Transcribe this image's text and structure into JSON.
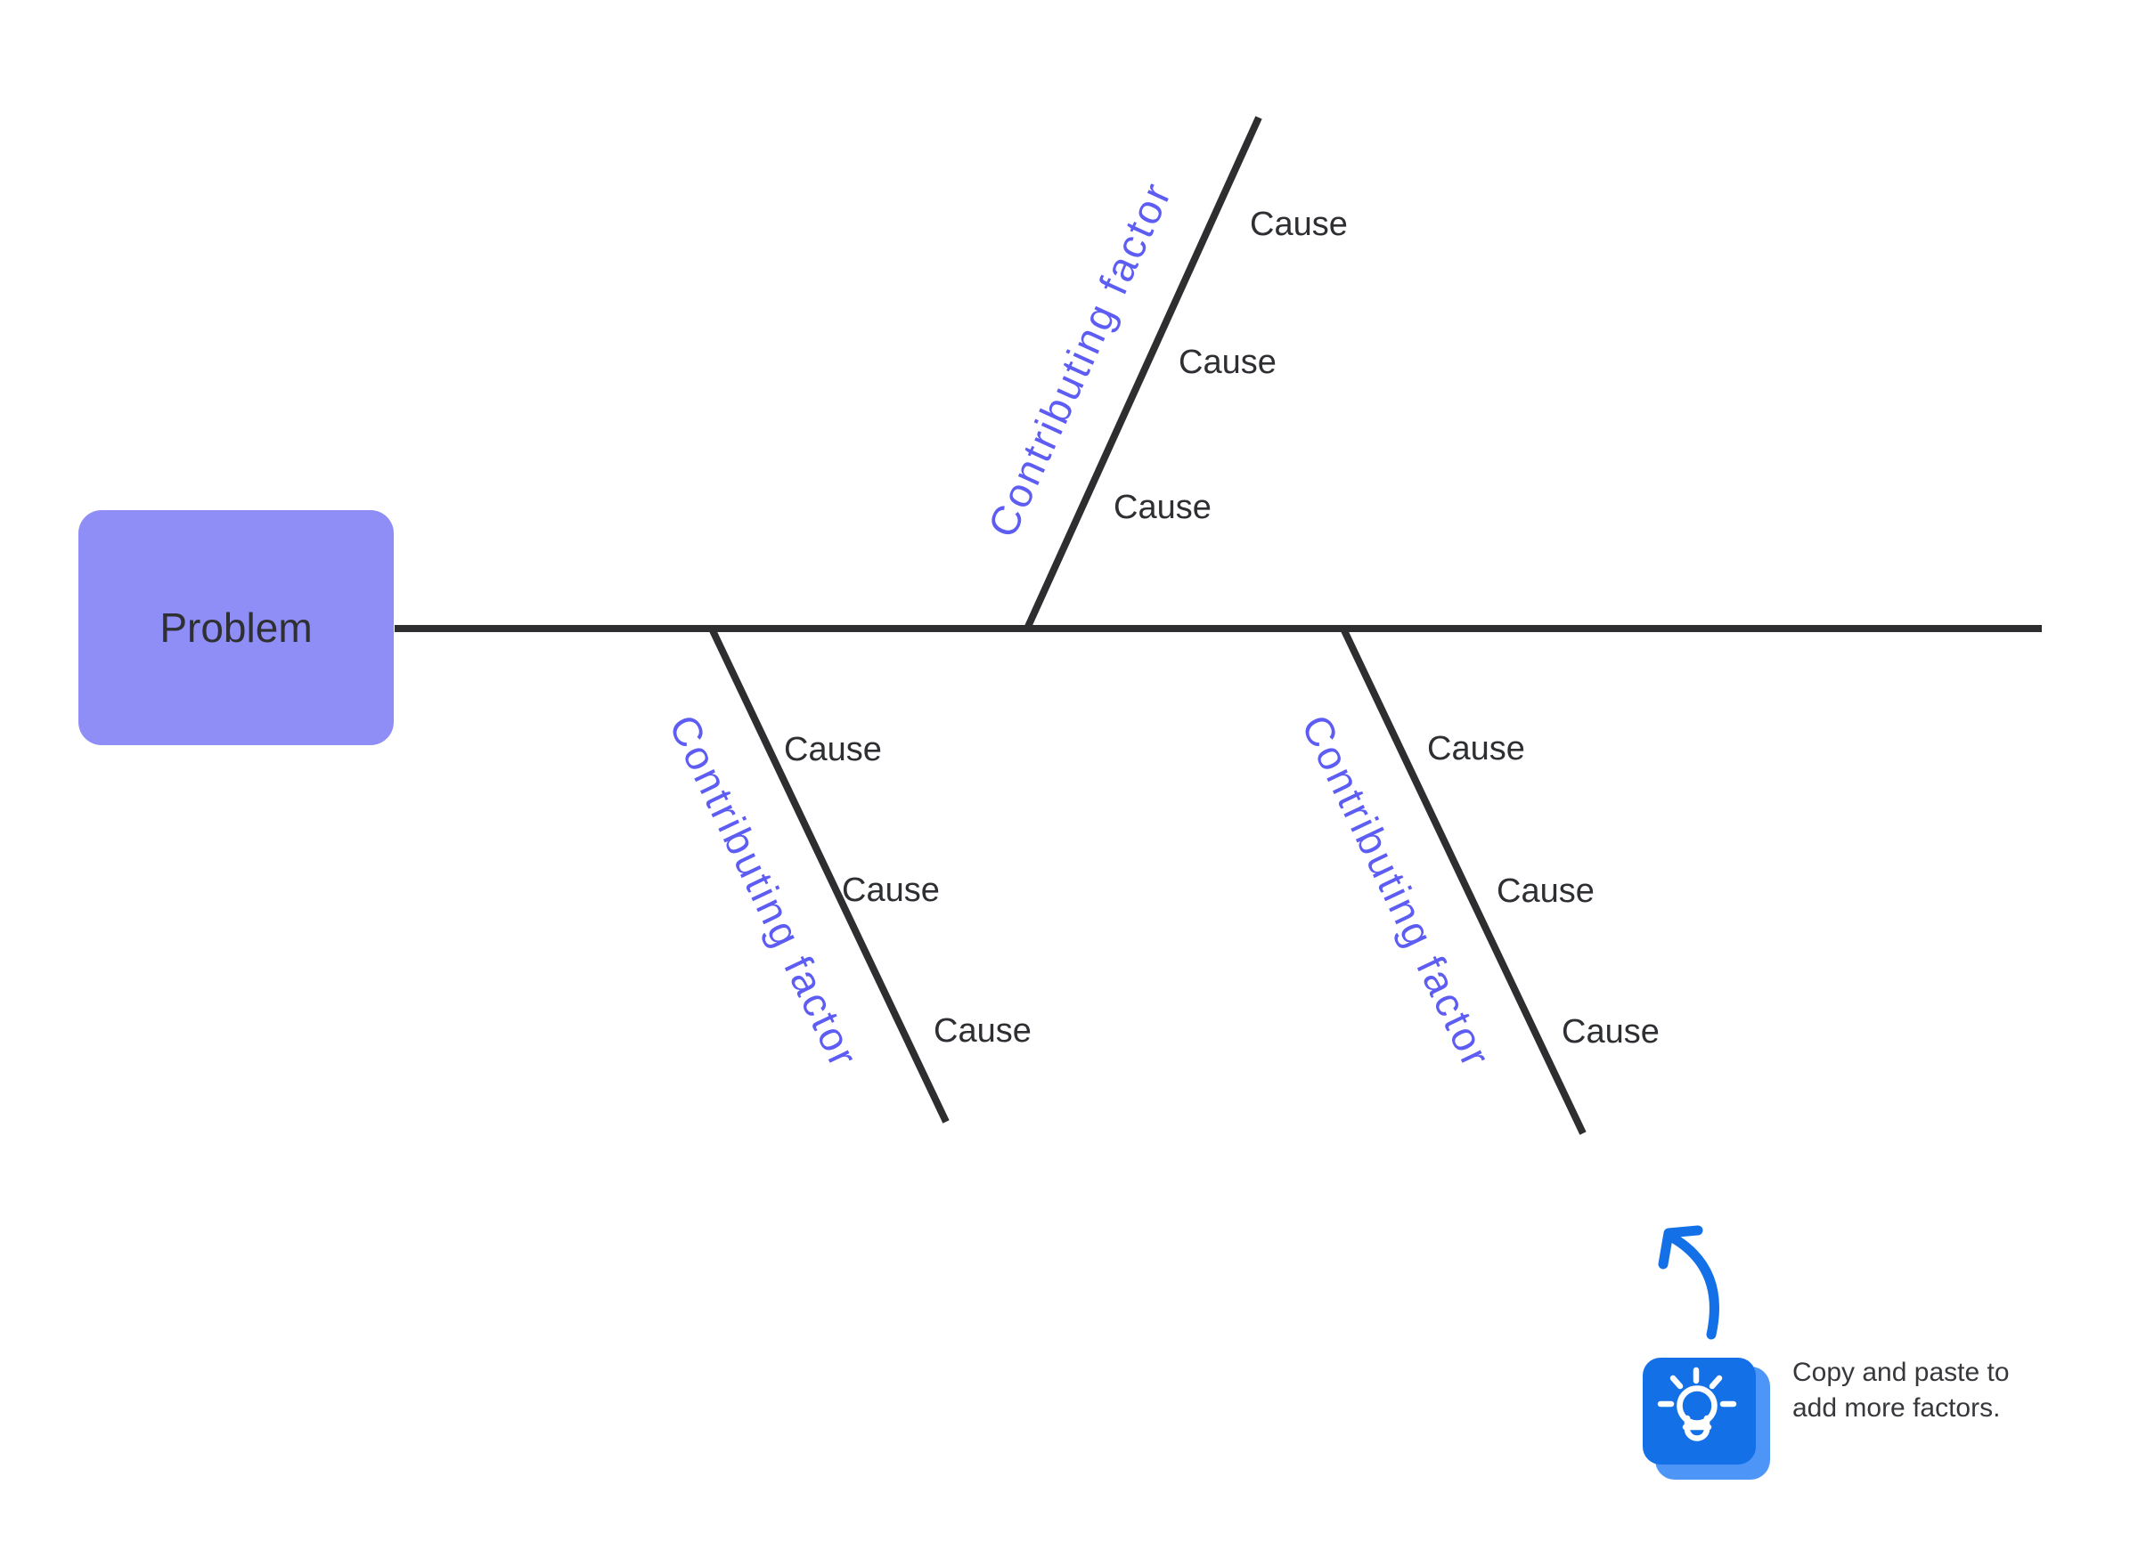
{
  "problem": {
    "label": "Problem"
  },
  "branches": [
    {
      "label": "Contributing factor",
      "causes": [
        "Cause",
        "Cause",
        "Cause"
      ]
    },
    {
      "label": "Contributing factor",
      "causes": [
        "Cause",
        "Cause",
        "Cause"
      ]
    },
    {
      "label": "Contributing factor",
      "causes": [
        "Cause",
        "Cause",
        "Cause"
      ]
    }
  ],
  "tip": {
    "text": "Copy and paste to\nadd more factors."
  },
  "icons": {
    "lightbulb": "lightbulb-icon",
    "arrow": "curved-arrow-icon"
  },
  "colors": {
    "line": "#2e2e30",
    "problem_fill": "#8E8EF6",
    "factor_text": "#5D5CF3",
    "cause_text": "#2e2f33",
    "tip_text": "#37383b",
    "accent_blue": "#1470E6",
    "accent_blue_light": "#4D96F8"
  }
}
